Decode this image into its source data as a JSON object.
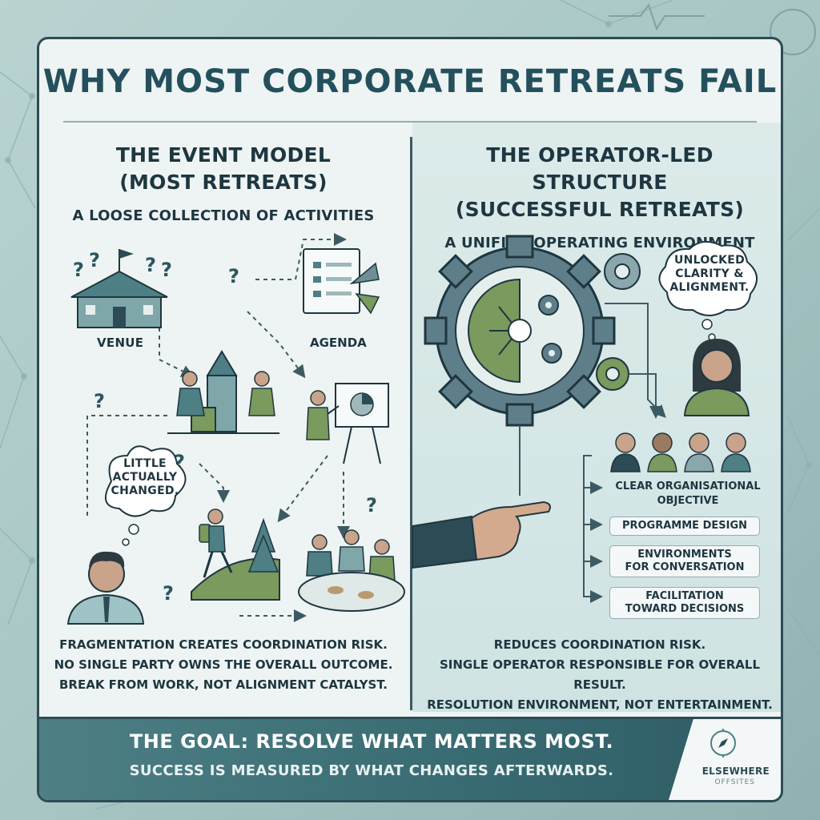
{
  "title": "WHY MOST CORPORATE RETREATS FAIL",
  "left": {
    "heading_line1": "THE EVENT MODEL",
    "heading_line2": "(MOST RETREATS)",
    "subtitle": "A LOOSE COLLECTION OF ACTIVITIES",
    "label_venue": "VENUE",
    "label_agenda": "AGENDA",
    "bubble_line1": "LITTLE",
    "bubble_line2": "ACTUALLY",
    "bubble_line3": "CHANGED.",
    "bottom_line1": "FRAGMENTATION CREATES COORDINATION RISK.",
    "bottom_line2": "NO SINGLE PARTY OWNS THE OVERALL OUTCOME.",
    "bottom_line3": "BREAK FROM WORK, NOT ALIGNMENT CATALYST."
  },
  "right": {
    "heading_line1": "THE OPERATOR-LED STRUCTURE",
    "heading_line2": "(SUCCESSFUL RETREATS)",
    "subtitle": "A UNIFIED OPERATING ENVIRONMENT",
    "bubble_line1": "UNLOCKED",
    "bubble_line2": "CLARITY &",
    "bubble_line3": "ALIGNMENT.",
    "step1_line1": "CLEAR ORGANISATIONAL",
    "step1_line2": "OBJECTIVE",
    "step2": "PROGRAMME DESIGN",
    "step3_line1": "ENVIRONMENTS",
    "step3_line2": "FOR CONVERSATION",
    "step4_line1": "FACILITATION",
    "step4_line2": "TOWARD DECISIONS",
    "bottom_line1": "REDUCES COORDINATION RISK.",
    "bottom_line2": "SINGLE OPERATOR RESPONSIBLE FOR OVERALL RESULT.",
    "bottom_line3": "RESOLUTION ENVIRONMENT, NOT ENTERTAINMENT."
  },
  "banner": {
    "goal": "THE GOAL: RESOLVE WHAT MATTERS MOST.",
    "subline": "SUCCESS IS MEASURED BY WHAT CHANGES AFTERWARDS."
  },
  "logo": {
    "name": "ELSEWHERE",
    "sub": "OFFSITES"
  },
  "colors": {
    "primary_dark": "#24505d",
    "accent_teal": "#4d7f85",
    "accent_green": "#7a9a5e",
    "panel_bg": "#eef4f3"
  }
}
